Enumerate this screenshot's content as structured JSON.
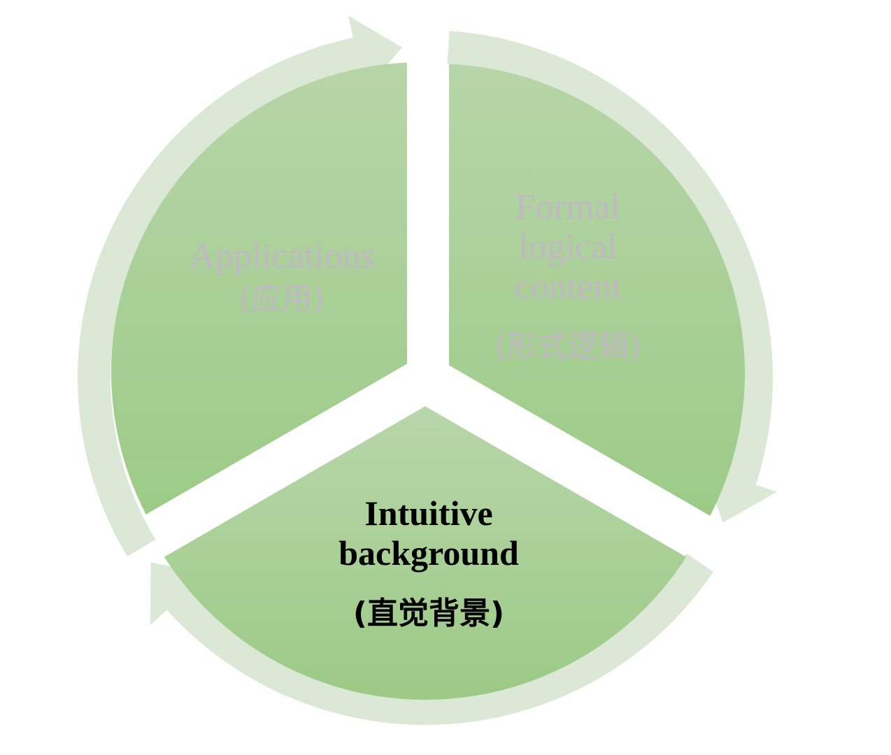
{
  "colors": {
    "arrow_ring": "#dce8d6",
    "segment_top": "#b7d5a8",
    "segment_bottom": "#9ccb87",
    "faded_text": "#c0b8c2",
    "active_text": "#000000",
    "gap": "#ffffff"
  },
  "segments": [
    {
      "id": "applications",
      "lines": [
        "Applications"
      ],
      "cjk": "(应用)",
      "active": false
    },
    {
      "id": "formal-logical-content",
      "lines": [
        "Formal",
        "logical",
        "content"
      ],
      "cjk": "(形式逻辑)",
      "active": false
    },
    {
      "id": "intuitive-background",
      "lines": [
        "Intuitive",
        "background"
      ],
      "cjk": "(直觉背景)",
      "active": true
    }
  ]
}
